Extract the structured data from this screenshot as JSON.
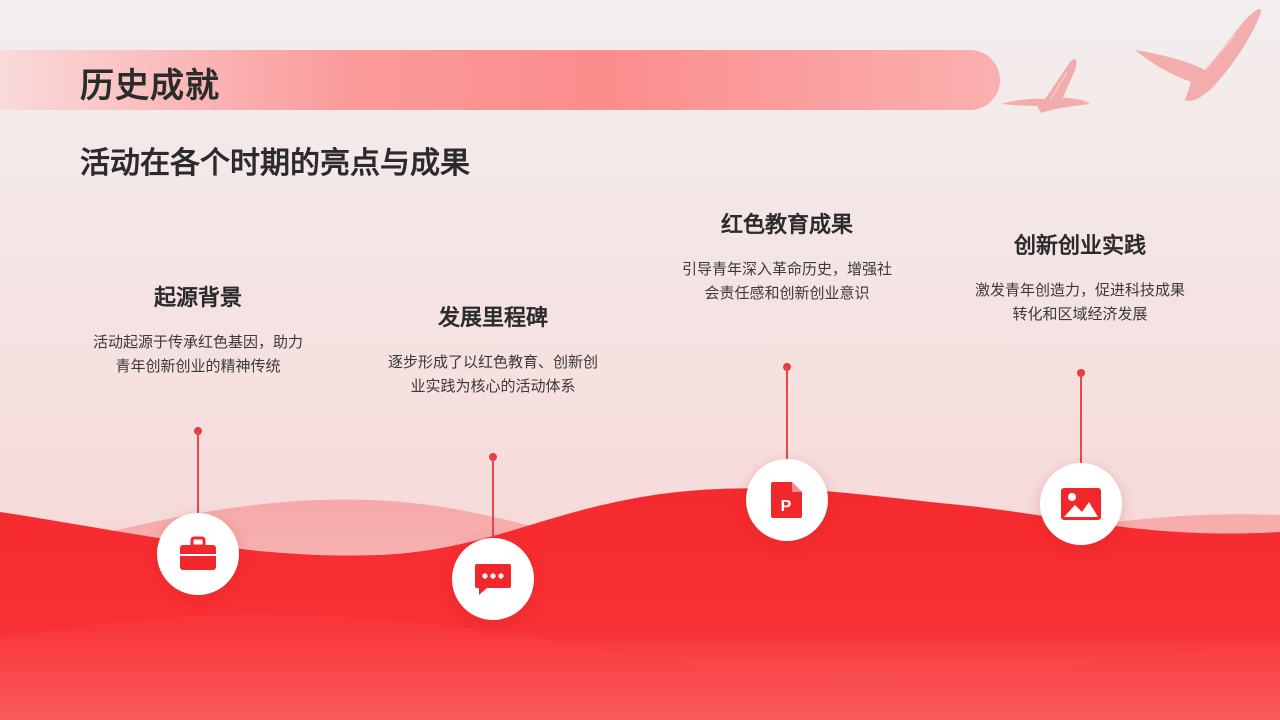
{
  "header": {
    "title": "历史成就",
    "subtitle": "活动在各个时期的亮点与成果"
  },
  "items": [
    {
      "heading": "起源背景",
      "line1": "活动起源于传承红色基因，助力",
      "line2": "青年创新创业的精神传统",
      "icon": "briefcase-icon"
    },
    {
      "heading": "发展里程碑",
      "line1": "逐步形成了以红色教育、创新创",
      "line2": "业实践为核心的活动体系",
      "icon": "chat-bubble-icon"
    },
    {
      "heading": "红色教育成果",
      "line1": "引导青年深入革命历史，增强社",
      "line2": "会责任感和创新创业意识",
      "icon": "ppt-file-icon"
    },
    {
      "heading": "创新创业实践",
      "line1": "激发青年创造力，促进科技成果",
      "line2": "转化和区域经济发展",
      "icon": "image-icon"
    }
  ],
  "colors": {
    "accent": "#f0282c",
    "banner": "#fb8c8c",
    "text": "#2b2b2b"
  }
}
